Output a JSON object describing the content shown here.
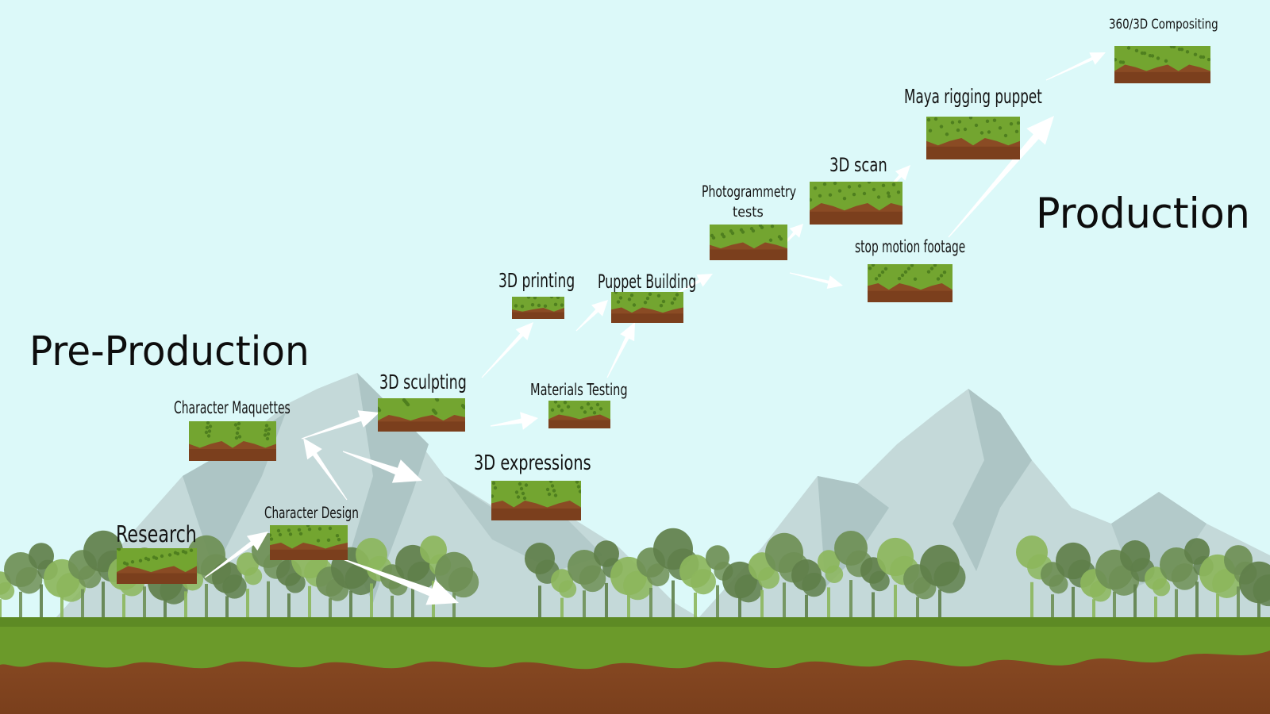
{
  "headings": {
    "pre_production": "Pre-Production",
    "production": "Production"
  },
  "stages": {
    "research": "Research",
    "character_design": "Character Design",
    "character_maquettes": "Character Maquettes",
    "sculpting_3d": "3D sculpting",
    "expressions_3d": "3D expressions",
    "printing_3d": "3D printing",
    "materials_testing": "Materials Testing",
    "puppet_building": "Puppet Building",
    "photogrammetry_line1": "Photogrammetry",
    "photogrammetry_line2": "tests",
    "scan_3d": "3D scan",
    "stop_motion_footage": "stop motion footage",
    "maya_rigging_puppet": "Maya rigging puppet",
    "compositing_360_3d": "360/3D Compositing"
  },
  "colors": {
    "sky": "#dcf9f9",
    "mountain": "#c3d8d8",
    "mountain_ridge": "#a9c1c1",
    "tree_dark": "#5e7d48",
    "tree_light": "#8cb65c",
    "grass": "#6b9a2a",
    "grass_dark": "#3e6a1c",
    "soil": "#8a4b24",
    "soil_dark": "#6b3518",
    "arrow": "#ffffff",
    "text": "#141414"
  }
}
